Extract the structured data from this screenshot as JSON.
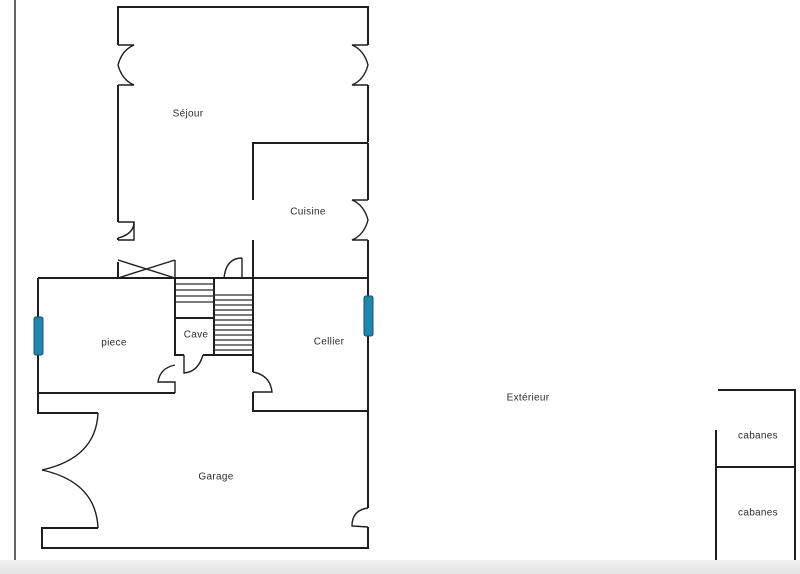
{
  "diagram": {
    "type": "floor-plan",
    "colors": {
      "wall": "#1e1e1e",
      "window": "#1a88b0",
      "background": "#ffffff",
      "label": "#2b2b2b"
    },
    "rooms": [
      {
        "id": "sejour",
        "label": "Séjour"
      },
      {
        "id": "cuisine",
        "label": "Cuisine"
      },
      {
        "id": "piece",
        "label": "piece"
      },
      {
        "id": "cave",
        "label": "Cave"
      },
      {
        "id": "cellier",
        "label": "Cellier"
      },
      {
        "id": "garage",
        "label": "Garage"
      },
      {
        "id": "exterieur",
        "label": "Extérieur"
      },
      {
        "id": "cabanes-1",
        "label": "cabanes"
      },
      {
        "id": "cabanes-2",
        "label": "cabanes"
      }
    ]
  }
}
